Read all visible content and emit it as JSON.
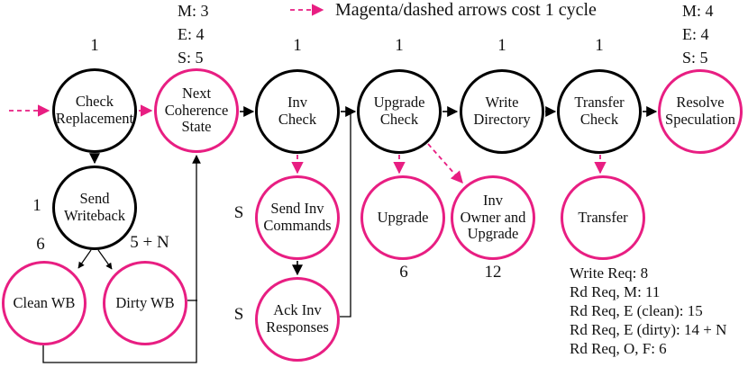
{
  "legend": {
    "text": "Magenta/dashed arrows cost 1 cycle"
  },
  "colors": {
    "magenta": "#E81E82",
    "black": "#000000",
    "background": "#FFFFFF"
  },
  "nodes": {
    "check_replacement": {
      "label": "Check\nReplacement",
      "cost": "1"
    },
    "next_coherence_state": {
      "label": "Next\nCoherence\nState",
      "costs": [
        "M: 3",
        "E: 4",
        "S: 5"
      ]
    },
    "inv_check": {
      "label": "Inv\nCheck",
      "cost": "1"
    },
    "upgrade_check": {
      "label": "Upgrade\nCheck",
      "cost": "1"
    },
    "write_directory": {
      "label": "Write\nDirectory",
      "cost": "1"
    },
    "transfer_check": {
      "label": "Transfer\nCheck",
      "cost": "1"
    },
    "resolve_speculation": {
      "label": "Resolve\nSpeculation",
      "costs": [
        "M: 4",
        "E: 4",
        "S: 5"
      ]
    },
    "send_writeback": {
      "label": "Send\nWriteback",
      "cost": "1"
    },
    "clean_wb": {
      "label": "Clean WB",
      "cost": "6"
    },
    "dirty_wb": {
      "label": "Dirty WB",
      "cost": "5 + N"
    },
    "send_inv_commands": {
      "label": "Send Inv\nCommands",
      "cost": "S"
    },
    "ack_inv_responses": {
      "label": "Ack Inv\nResponses",
      "cost": "S"
    },
    "upgrade": {
      "label": "Upgrade",
      "cost": "6"
    },
    "inv_owner_and_upgrade": {
      "label": "Inv\nOwner and\nUpgrade",
      "cost": "12"
    },
    "transfer": {
      "label": "Transfer",
      "costs": [
        "Write Req: 8",
        "Rd Req, M: 11",
        "Rd Req, E (clean): 15",
        "Rd Req, E (dirty): 14 + N",
        "Rd Req, O, F: 6"
      ]
    }
  }
}
